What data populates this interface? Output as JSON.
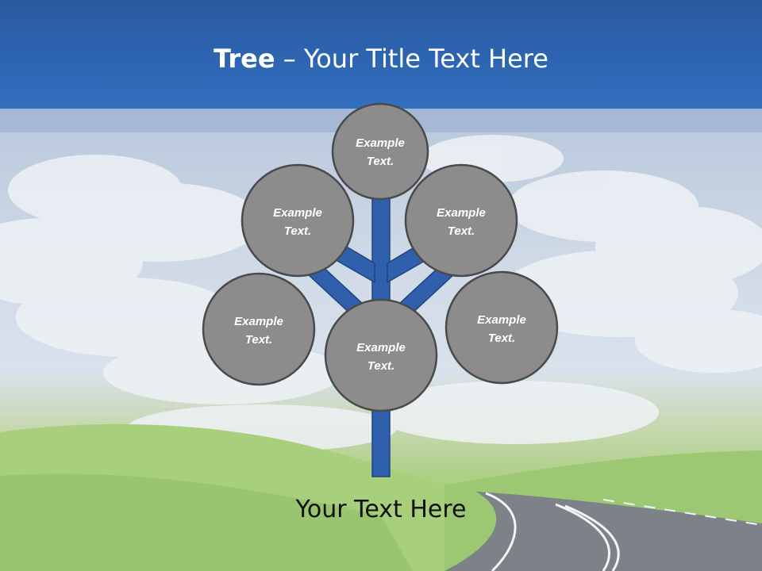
{
  "title": {
    "bold_part": "Tree",
    "separator": " – ",
    "rest": "Your Title Text Here"
  },
  "nodes": [
    {
      "id": "top",
      "label_line1": "Example",
      "label_line2": "Text."
    },
    {
      "id": "upper-left",
      "label_line1": "Example",
      "label_line2": "Text."
    },
    {
      "id": "upper-right",
      "label_line1": "Example",
      "label_line2": "Text."
    },
    {
      "id": "lower-left",
      "label_line1": "Example",
      "label_line2": "Text."
    },
    {
      "id": "center",
      "label_line1": "Example",
      "label_line2": "Text."
    },
    {
      "id": "lower-right",
      "label_line1": "Example",
      "label_line2": "Text."
    }
  ],
  "footer": {
    "text": "Your Text Here"
  },
  "colors": {
    "title_bar": "#2d66b3",
    "branch_fill": "#2f5fad",
    "branch_stroke": "#1f4580",
    "node_fill": "#8c8c8c",
    "node_stroke": "#4a4a4a"
  }
}
